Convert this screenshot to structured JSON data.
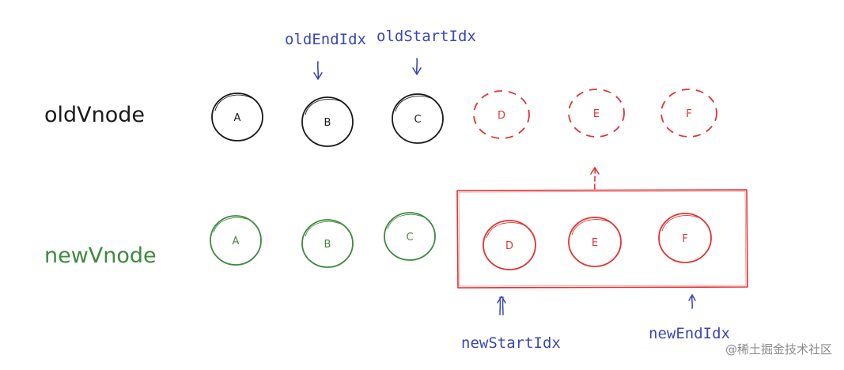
{
  "colors": {
    "old": "#1a1a1a",
    "new": "#3d8a3d",
    "added": "#e03434",
    "pointer": "#3b46b8",
    "watermark": "#8a8a8a"
  },
  "rows": {
    "old": {
      "label": "oldVnode",
      "nodes": [
        {
          "letter": "A",
          "style": "solid"
        },
        {
          "letter": "B",
          "style": "solid"
        },
        {
          "letter": "C",
          "style": "solid"
        },
        {
          "letter": "D",
          "style": "dashed"
        },
        {
          "letter": "E",
          "style": "dashed"
        },
        {
          "letter": "F",
          "style": "dashed"
        }
      ]
    },
    "new": {
      "label": "newVnode",
      "nodes": [
        {
          "letter": "A",
          "style": "solid"
        },
        {
          "letter": "B",
          "style": "solid"
        },
        {
          "letter": "C",
          "style": "solid"
        },
        {
          "letter": "D",
          "style": "solid"
        },
        {
          "letter": "E",
          "style": "solid"
        },
        {
          "letter": "F",
          "style": "solid"
        }
      ]
    }
  },
  "pointers": {
    "old_end": "oldEndIdx",
    "old_start": "oldStartIdx",
    "new_start": "newStartIdx",
    "new_end": "newEndIdx"
  },
  "watermark": "@稀土掘金技术社区"
}
